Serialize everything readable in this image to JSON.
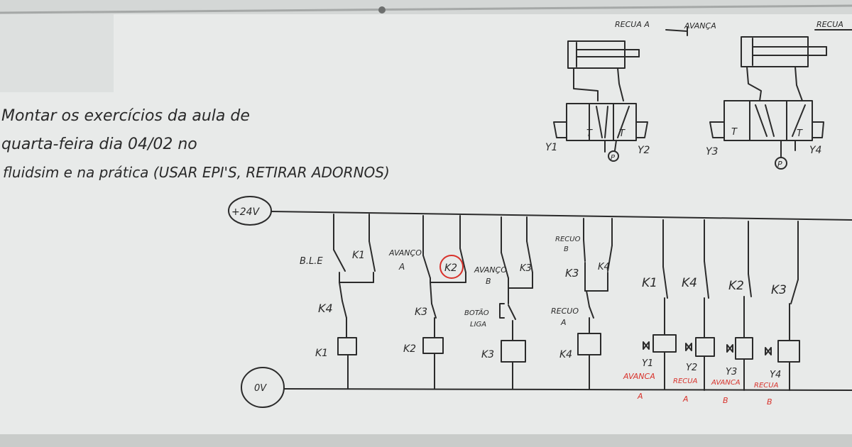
{
  "board": {
    "colors": {
      "ink": "#2a2a2a",
      "red": "#d8322b",
      "board": "#e9ebea",
      "frame": "#9a9c9b"
    },
    "note_lines": [
      "Montar os exercícios da aula de",
      "quarta-feira dia 04/02 no",
      "fluidsim e na prática (USAR EPI'S, RETIRAR ADORNOS)"
    ],
    "pneumatics": {
      "cylinder_a": {
        "label_left": "RECUA A",
        "label_right": "AVANÇA"
      },
      "valve_a": {
        "left": "Y1",
        "right": "Y2",
        "port_t": "T",
        "port_p": "P"
      },
      "cylinder_b": {
        "label_right": "RECUA"
      },
      "valve_b": {
        "left": "Y3",
        "right": "Y4",
        "port_t": "T",
        "port_p": "P"
      }
    },
    "ladder": {
      "supply": "+24V",
      "ground": "0V",
      "rung1": {
        "start": "B.L.E",
        "seal": "K1",
        "series": "K4",
        "coil": "K1"
      },
      "rung2": {
        "start": "AVANÇO",
        "start2": "A",
        "seal": "K2",
        "series": "K3",
        "coil": "K2"
      },
      "rung3": {
        "start": "AVANÇO",
        "start2": "B",
        "seal": "K3",
        "series": "BOTÃO",
        "series2": "LIGA",
        "coil": "K3"
      },
      "rung4": {
        "start": "RECUO",
        "start2": "B",
        "seal": "K4",
        "nc": "K3",
        "series": "RECUO",
        "series2": "A",
        "coil": "K4"
      },
      "outputs": [
        {
          "contact": "K1",
          "coil": "Y1",
          "note": "AVANCA",
          "note2": "A"
        },
        {
          "contact": "K4",
          "coil": "Y2",
          "note": "RECUA",
          "note2": "A"
        },
        {
          "contact": "K2",
          "coil": "Y3",
          "note": "AVANCA",
          "note2": "B"
        },
        {
          "contact": "K3",
          "coil": "Y4",
          "note": "RECUA",
          "note2": "B"
        }
      ]
    }
  }
}
